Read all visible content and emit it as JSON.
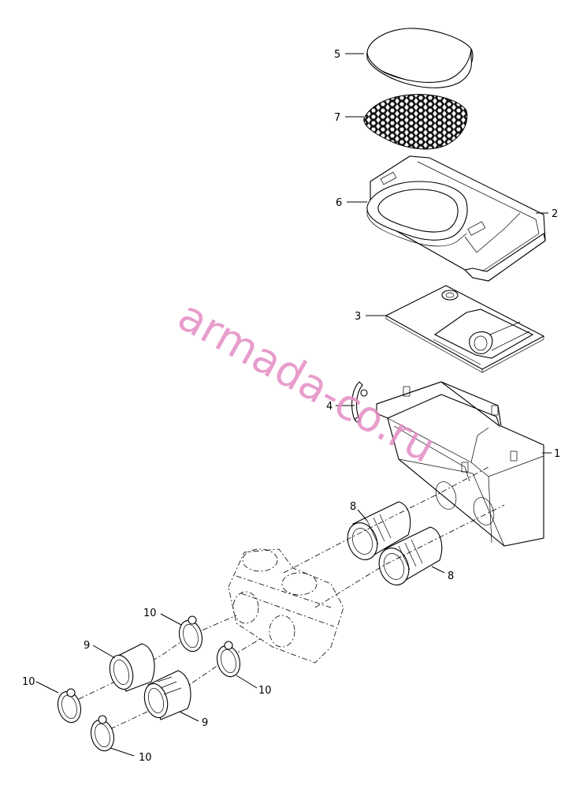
{
  "callouts": [
    {
      "id": "5",
      "text": "5"
    },
    {
      "id": "7",
      "text": "7"
    },
    {
      "id": "6",
      "text": "6"
    },
    {
      "id": "2",
      "text": "2"
    },
    {
      "id": "3",
      "text": "3"
    },
    {
      "id": "4",
      "text": "4"
    },
    {
      "id": "1",
      "text": "1"
    },
    {
      "id": "8a",
      "text": "8"
    },
    {
      "id": "8b",
      "text": "8"
    },
    {
      "id": "10a",
      "text": "10"
    },
    {
      "id": "9a",
      "text": "9"
    },
    {
      "id": "10b",
      "text": "10"
    },
    {
      "id": "10c",
      "text": "10"
    },
    {
      "id": "9b",
      "text": "9"
    },
    {
      "id": "10d",
      "text": "10"
    }
  ],
  "watermark": "armada-co.ru",
  "colors": {
    "watermark": "#e58cc4",
    "line": "#000000",
    "background": "#ffffff"
  }
}
